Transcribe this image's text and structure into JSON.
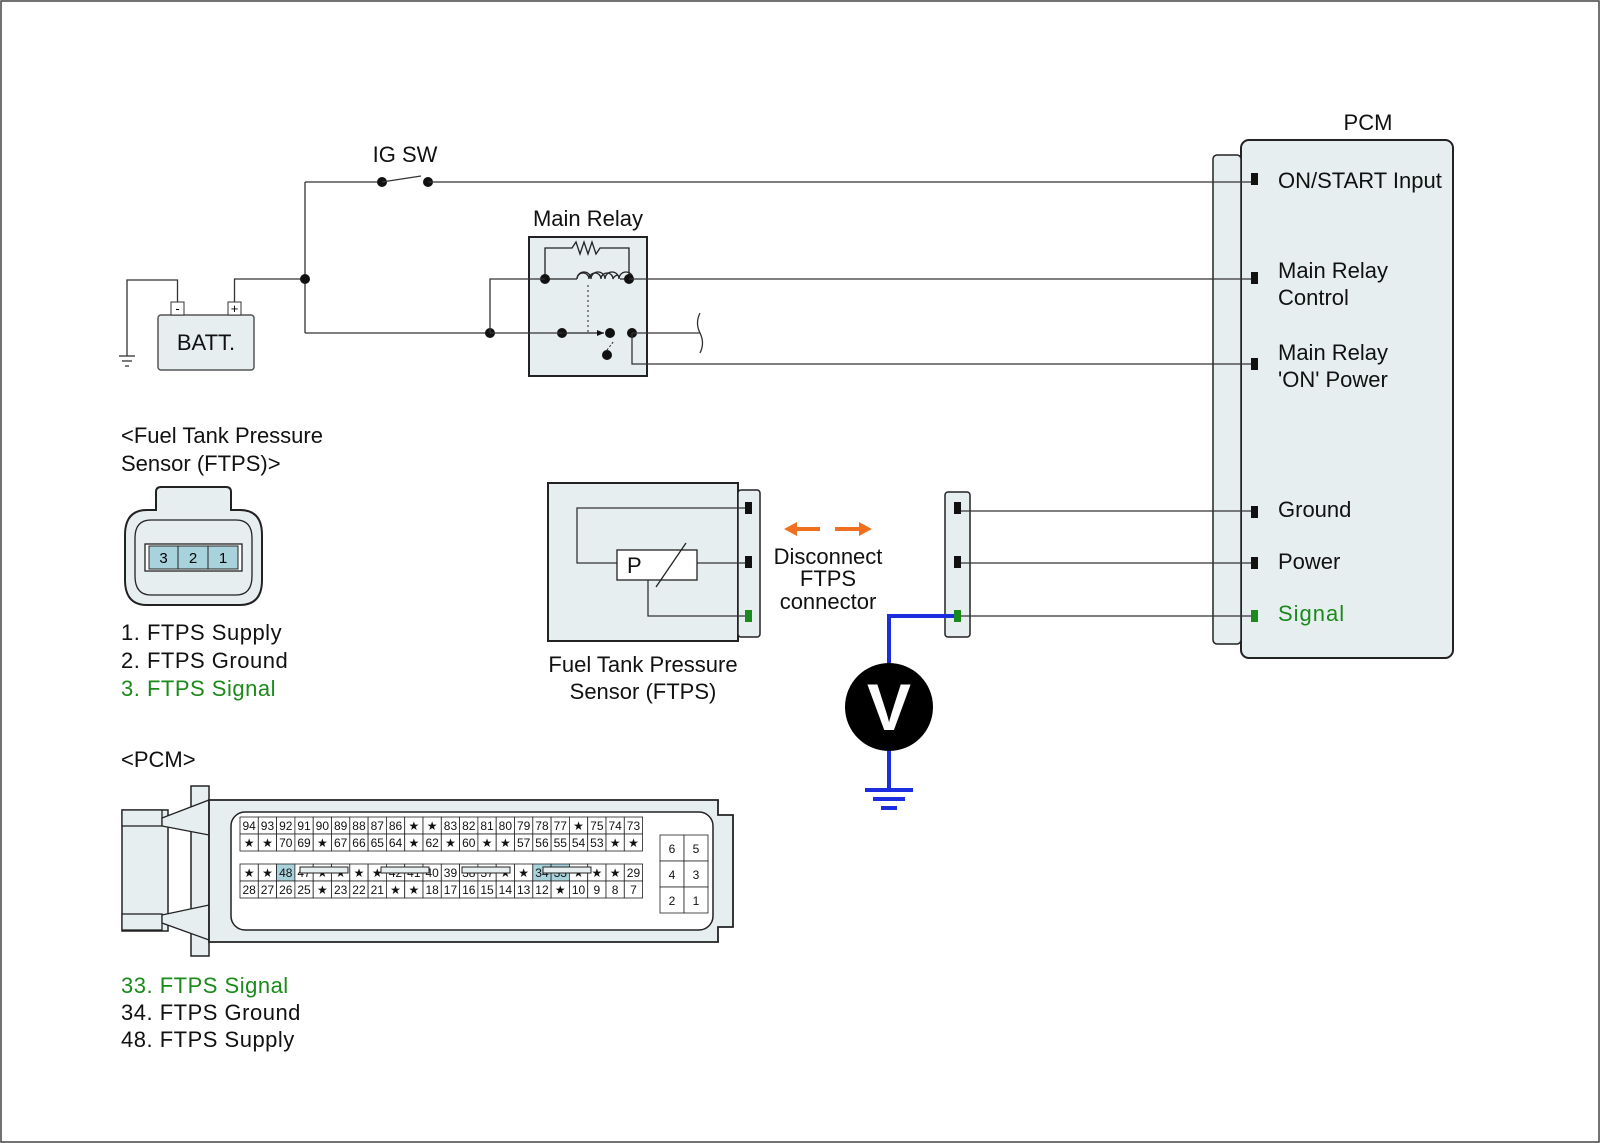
{
  "title_pcm": "PCM",
  "ig_sw": "IG SW",
  "main_relay": "Main Relay",
  "batt": "BATT.",
  "batt_minus": "-",
  "batt_plus": "+",
  "pcm_terminals": [
    "ON/START Input",
    "Main Relay",
    "Control",
    "Main Relay",
    "'ON' Power",
    "Ground",
    "Power",
    "Signal"
  ],
  "ftps_box_label": [
    "P"
  ],
  "disconnect_note": [
    "Disconnect",
    "FTPS",
    "connector"
  ],
  "ftps_caption": [
    "Fuel Tank Pressure",
    "Sensor (FTPS)"
  ],
  "voltmeter": "V",
  "ftps_connector_title": [
    "<Fuel Tank Pressure",
    "Sensor (FTPS)>"
  ],
  "ftps_connector_pins": [
    "3",
    "2",
    "1"
  ],
  "ftps_pin_list": [
    {
      "text": "1. FTPS Supply",
      "color": "#111111"
    },
    {
      "text": "2. FTPS Ground",
      "color": "#111111"
    },
    {
      "text": "3. FTPS Signal",
      "color": "#1a8a1a"
    }
  ],
  "pcm_connector_title": "<PCM>",
  "pcm_rows": [
    [
      "94",
      "93",
      "92",
      "91",
      "90",
      "89",
      "88",
      "87",
      "86",
      "★",
      "★",
      "83",
      "82",
      "81",
      "80",
      "79",
      "78",
      "77",
      "★",
      "75",
      "74",
      "73"
    ],
    [
      "★",
      "★",
      "70",
      "69",
      "★",
      "67",
      "66",
      "65",
      "64",
      "★",
      "62",
      "★",
      "60",
      "★",
      "★",
      "57",
      "56",
      "55",
      "54",
      "53",
      "★",
      "★"
    ],
    [
      "★",
      "★",
      "48",
      "47",
      "★",
      "★",
      "★",
      "★",
      "42",
      "41",
      "40",
      "39",
      "38",
      "37",
      "★",
      "★",
      "34",
      "33",
      "★",
      "★",
      "★",
      "29"
    ],
    [
      "28",
      "27",
      "26",
      "25",
      "★",
      "23",
      "22",
      "21",
      "★",
      "★",
      "18",
      "17",
      "16",
      "15",
      "14",
      "13",
      "12",
      "★",
      "10",
      "9",
      "8",
      "7"
    ]
  ],
  "pcm_highlight_pins": [
    "48",
    "34",
    "33"
  ],
  "pcm_small_block": [
    [
      "6",
      "5"
    ],
    [
      "4",
      "3"
    ],
    [
      "2",
      "1"
    ]
  ],
  "pcm_pin_list": [
    {
      "text": "33. FTPS Signal",
      "color": "#1a8a1a"
    },
    {
      "text": "34. FTPS Ground",
      "color": "#111111"
    },
    {
      "text": "48. FTPS Supply",
      "color": "#111111"
    }
  ],
  "colors": {
    "box_fill": "#e6eef0",
    "signal_green": "#1a8a1a",
    "probe_blue": "#1a2ee0",
    "arrow_orange": "#f07020",
    "pin_highlight": "#a9d3dc"
  }
}
